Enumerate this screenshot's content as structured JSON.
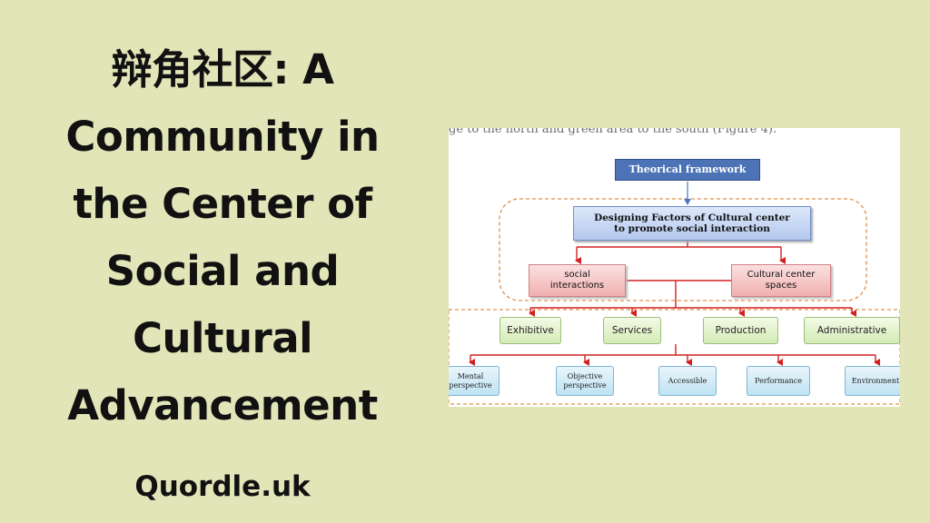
{
  "title_lines": [
    "辩角社区: A",
    "Community in",
    "the Center of",
    "Social and",
    "Cultural",
    "Advancement"
  ],
  "brand": "Quordle.uk",
  "colors": {
    "background": "#e2e5b8",
    "arrow_red": "#d22020",
    "arrow_blue": "#4a78c0",
    "dashed_orange": "#e0904a"
  },
  "diagram": {
    "cut_text": "ge to the north and green area to the south   (Figure 4).",
    "theory": "Theorical framework",
    "design": [
      "Designing Factors of Cultural center",
      "to promote social interaction"
    ],
    "social": [
      "social",
      "interactions"
    ],
    "spaces": [
      "Cultural center",
      "spaces"
    ],
    "categories": [
      "Exhibitive",
      "Services",
      "Production",
      "Administrative"
    ],
    "perspectives": [
      [
        "Mental",
        "perspective"
      ],
      [
        "Objective",
        "perspective"
      ],
      [
        "Accessible"
      ],
      [
        "Performance"
      ],
      [
        "Environment"
      ]
    ]
  }
}
